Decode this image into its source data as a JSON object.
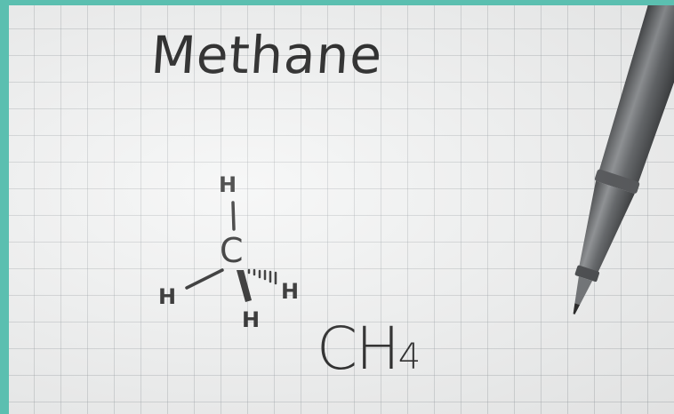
{
  "title": "Methane",
  "formula": {
    "main": "CH",
    "subscript": "4"
  },
  "atoms": {
    "carbon": "C",
    "h_top": "H",
    "h_left": "H",
    "h_right": "H",
    "h_bottom": "H"
  },
  "colors": {
    "frame": "#5bbfb0",
    "paper": "#f4f5f5",
    "ink": "#1b1b1b",
    "pen": "#5a5d60"
  },
  "icons": [
    "pen-icon"
  ]
}
